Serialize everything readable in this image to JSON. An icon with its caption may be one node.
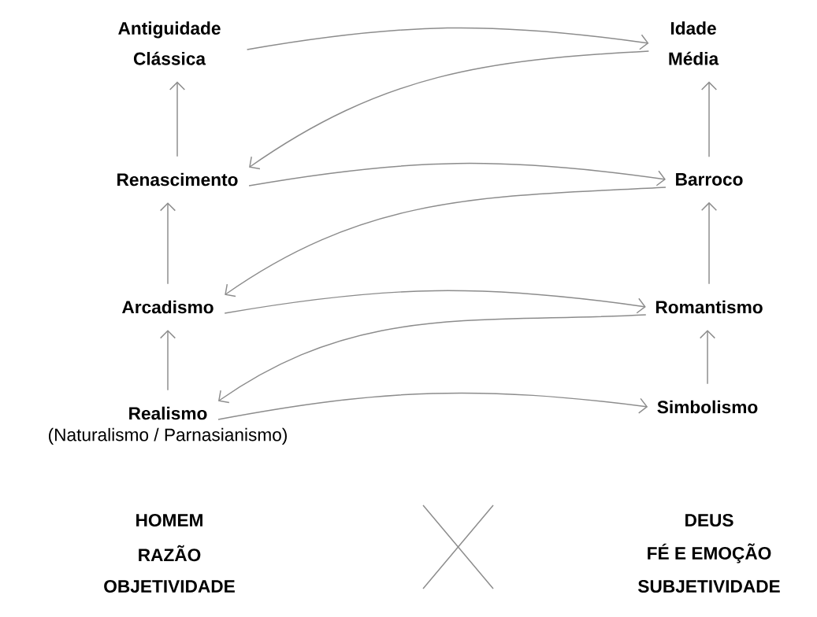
{
  "diagram": {
    "nodes": [
      {
        "text": [
          "Antiguidade Clássica"
        ]
      },
      {
        "text": [
          "Idade Média"
        ]
      },
      {
        "text": [
          "Renascimento"
        ]
      },
      {
        "text": [
          "Barroco"
        ]
      },
      {
        "text": [
          "Arcadismo"
        ]
      },
      {
        "text": [
          "Romantismo"
        ]
      },
      {
        "text": [
          "Realismo"
        ],
        "beside": [
          "(Naturalismo / Parnasianismo)"
        ]
      },
      {
        "text": [
          "Simbolismo"
        ]
      }
    ],
    "edges": [
      {
        "from": 0,
        "to": 1,
        "arrow": "to"
      },
      {
        "from": 1,
        "to": 2,
        "arrow": "to"
      },
      {
        "from": 2,
        "to": 3,
        "arrow": "to"
      },
      {
        "from": 3,
        "to": 4,
        "arrow": "to"
      },
      {
        "from": 4,
        "to": 5,
        "arrow": "to"
      },
      {
        "from": 5,
        "to": 6,
        "arrow": "to"
      },
      {
        "from": 6,
        "to": 7,
        "arrow": "to"
      },
      {
        "from": 2,
        "to": 0,
        "arrow": "to"
      },
      {
        "from": 4,
        "to": 2,
        "arrow": "to"
      },
      {
        "from": 6,
        "to": 4,
        "arrow": "to"
      },
      {
        "from": 3,
        "to": 1,
        "arrow": "to"
      },
      {
        "from": 5,
        "to": 3,
        "arrow": "to"
      },
      {
        "from": 7,
        "to": 5,
        "arrow": "to"
      }
    ],
    "labels": [
      "HOMEM",
      "DEUS",
      "RAZÃO",
      "FÉ E EMOÇÃO",
      "OBJETIVIDADE",
      "SUBJETIVIDADE"
    ]
  }
}
